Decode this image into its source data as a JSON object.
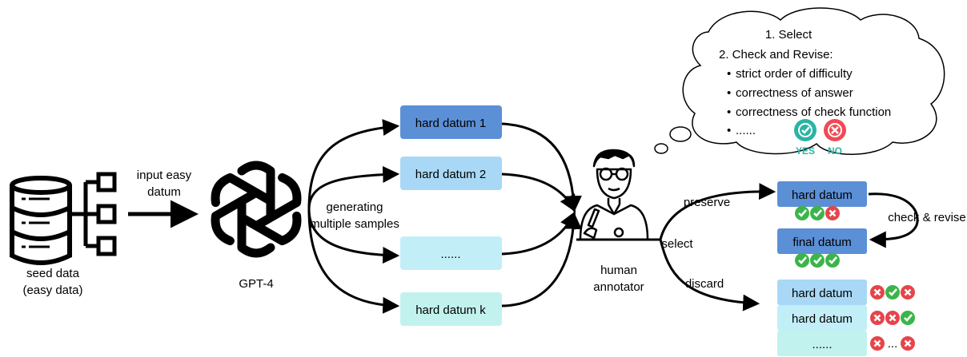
{
  "seed": {
    "label_line1": "seed data",
    "label_line2": "(easy data)"
  },
  "input": {
    "label_line1": "input easy",
    "label_line2": "datum"
  },
  "model": {
    "label": "GPT-4"
  },
  "generation": {
    "label_line1": "generating",
    "label_line2": "multiple samples"
  },
  "samples": [
    {
      "label": "hard datum 1",
      "color": "#5b8fd6"
    },
    {
      "label": "hard datum 2",
      "color": "#a8d8f5"
    },
    {
      "label": "......",
      "color": "#c2eef8"
    },
    {
      "label": "hard datum k",
      "color": "#c2f2ee"
    }
  ],
  "human": {
    "label_line1": "human",
    "label_line2": "annotator"
  },
  "actions": {
    "preserve": "preserve",
    "select": "select",
    "discard": "discard",
    "check_revise": "check & revise"
  },
  "thought": {
    "line1": "1. Select",
    "line2": "2. Check and Revise:",
    "bullets": [
      "strict order of difficulty",
      "correctness of answer",
      "correctness of check function",
      "......"
    ],
    "yes": "YES",
    "no": "NO"
  },
  "preserved": {
    "label": "hard datum",
    "marks": [
      "check",
      "check",
      "cross"
    ]
  },
  "final": {
    "label": "final datum",
    "marks": [
      "check",
      "check",
      "check"
    ]
  },
  "discarded": [
    {
      "label": "hard datum",
      "marks": [
        "cross",
        "check",
        "cross"
      ]
    },
    {
      "label": "hard datum",
      "marks": [
        "cross",
        "cross",
        "check"
      ]
    },
    {
      "label": "......",
      "marks": [
        "cross",
        "dots",
        "cross"
      ]
    }
  ],
  "colors": {
    "check": "#3bb54a",
    "cross": "#e5454a",
    "yes": "#2bb3a3",
    "no": "#f04a55",
    "accent_blue": "#5b8fd6"
  }
}
